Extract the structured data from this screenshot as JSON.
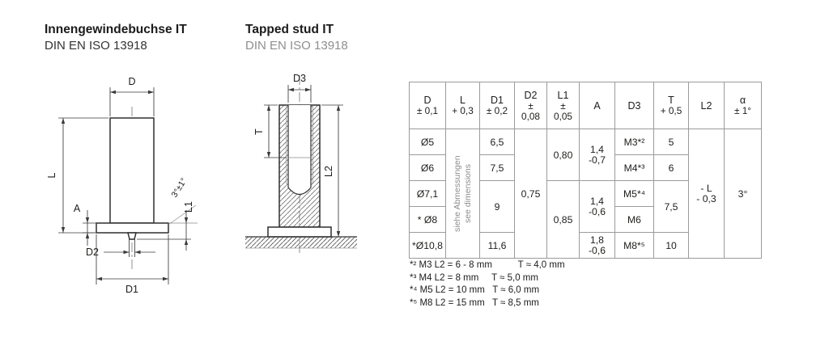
{
  "titles": {
    "left": {
      "title": "Innengewindebuchse IT",
      "standard": "DIN EN ISO 13918"
    },
    "right": {
      "title": "Tapped stud IT",
      "standard": "DIN EN ISO 13918"
    }
  },
  "drawing_side_view": {
    "labels": {
      "d": "D",
      "l": "L",
      "a": "A",
      "d2": "D2",
      "d1": "D1",
      "l1": "L1",
      "angle": "3°±1°"
    }
  },
  "drawing_section_view": {
    "labels": {
      "d3": "D3",
      "t": "T",
      "l2": "L2"
    }
  },
  "table": {
    "headers": [
      {
        "name": "D",
        "tol": "± 0,1"
      },
      {
        "name": "L",
        "tol": "+ 0,3"
      },
      {
        "name": "D1",
        "tol": "± 0,2"
      },
      {
        "name": "D2",
        "tol": "±\n0,08"
      },
      {
        "name": "L1",
        "tol": "±\n0,05"
      },
      {
        "name": "A",
        "tol": ""
      },
      {
        "name": "D3",
        "tol": ""
      },
      {
        "name": "T",
        "tol": "+ 0,5"
      },
      {
        "name": "L2",
        "tol": ""
      },
      {
        "name": "α",
        "tol": "± 1°"
      }
    ],
    "d": [
      "Ø5",
      "Ø6",
      "Ø7,1",
      "* Ø8",
      "*Ø10,8"
    ],
    "l_note_de": "siehe Abmessungen",
    "l_note_en": "see dimensions",
    "d1": [
      "6,5",
      "7,5",
      "9",
      "11,6"
    ],
    "d2": "0,75",
    "l1": [
      "0,80",
      "0,85"
    ],
    "a": [
      "1,4\n-0,7",
      "1,4\n-0,6",
      "1,8\n-0,6"
    ],
    "d3": [
      "M3*²",
      "M4*³",
      "M5*⁴",
      "M6",
      "M8*⁵"
    ],
    "t": [
      "5",
      "6",
      "7,5",
      "10"
    ],
    "l2": "- L\n- 0,3",
    "alpha": "3°"
  },
  "footnotes": [
    "*² M3 L2 = 6 - 8 mm          T ≈ 4,0 mm",
    "*³ M4 L2 = 8 mm     T ≈ 5,0 mm",
    "*⁴ M5 L2 = 10 mm   T ≈ 6,0 mm",
    "*⁵ M8 L2 = 15 mm   T ≈ 8,5 mm"
  ]
}
